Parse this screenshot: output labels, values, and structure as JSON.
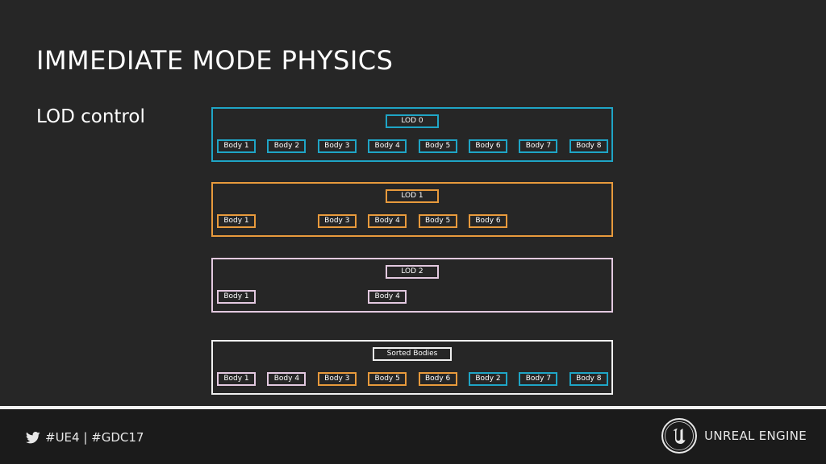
{
  "slide": {
    "title": "IMMEDIATE MODE PHYSICS",
    "subtitle": "LOD control"
  },
  "colors": {
    "background": "#262626",
    "lod0": "#1fa5c6",
    "lod1": "#e89a3c",
    "lod2": "#e3c9e0",
    "sorted": "#f0f0f0"
  },
  "panels": [
    {
      "label": "LOD 0",
      "color": "lod0",
      "bodies": [
        {
          "label": "Body 1",
          "slot": 0,
          "color": "lod0"
        },
        {
          "label": "Body 2",
          "slot": 1,
          "color": "lod0"
        },
        {
          "label": "Body 3",
          "slot": 2,
          "color": "lod0"
        },
        {
          "label": "Body 4",
          "slot": 3,
          "color": "lod0"
        },
        {
          "label": "Body 5",
          "slot": 4,
          "color": "lod0"
        },
        {
          "label": "Body 6",
          "slot": 5,
          "color": "lod0"
        },
        {
          "label": "Body 7",
          "slot": 6,
          "color": "lod0"
        },
        {
          "label": "Body 8",
          "slot": 7,
          "color": "lod0"
        }
      ]
    },
    {
      "label": "LOD 1",
      "color": "lod1",
      "bodies": [
        {
          "label": "Body 1",
          "slot": 0,
          "color": "lod1"
        },
        {
          "label": "Body 3",
          "slot": 2,
          "color": "lod1"
        },
        {
          "label": "Body 4",
          "slot": 3,
          "color": "lod1"
        },
        {
          "label": "Body 5",
          "slot": 4,
          "color": "lod1"
        },
        {
          "label": "Body 6",
          "slot": 5,
          "color": "lod1"
        }
      ]
    },
    {
      "label": "LOD 2",
      "color": "lod2",
      "bodies": [
        {
          "label": "Body 1",
          "slot": 0,
          "color": "lod2"
        },
        {
          "label": "Body 4",
          "slot": 3,
          "color": "lod2"
        }
      ]
    },
    {
      "label": "Sorted Bodies",
      "color": "sorted",
      "bodies": [
        {
          "label": "Body 1",
          "slot": 0,
          "color": "lod2"
        },
        {
          "label": "Body 4",
          "slot": 1,
          "color": "lod2"
        },
        {
          "label": "Body 3",
          "slot": 2,
          "color": "lod1"
        },
        {
          "label": "Body 5",
          "slot": 3,
          "color": "lod1"
        },
        {
          "label": "Body 6",
          "slot": 4,
          "color": "lod1"
        },
        {
          "label": "Body 2",
          "slot": 5,
          "color": "lod0"
        },
        {
          "label": "Body 7",
          "slot": 6,
          "color": "lod0"
        },
        {
          "label": "Body 8",
          "slot": 7,
          "color": "lod0"
        }
      ]
    }
  ],
  "footer": {
    "hashtags": "#UE4 | #GDC17",
    "brand": "UNREAL ENGINE",
    "social_icon": "twitter-bird-icon",
    "logo_icon": "unreal-engine-logo"
  }
}
